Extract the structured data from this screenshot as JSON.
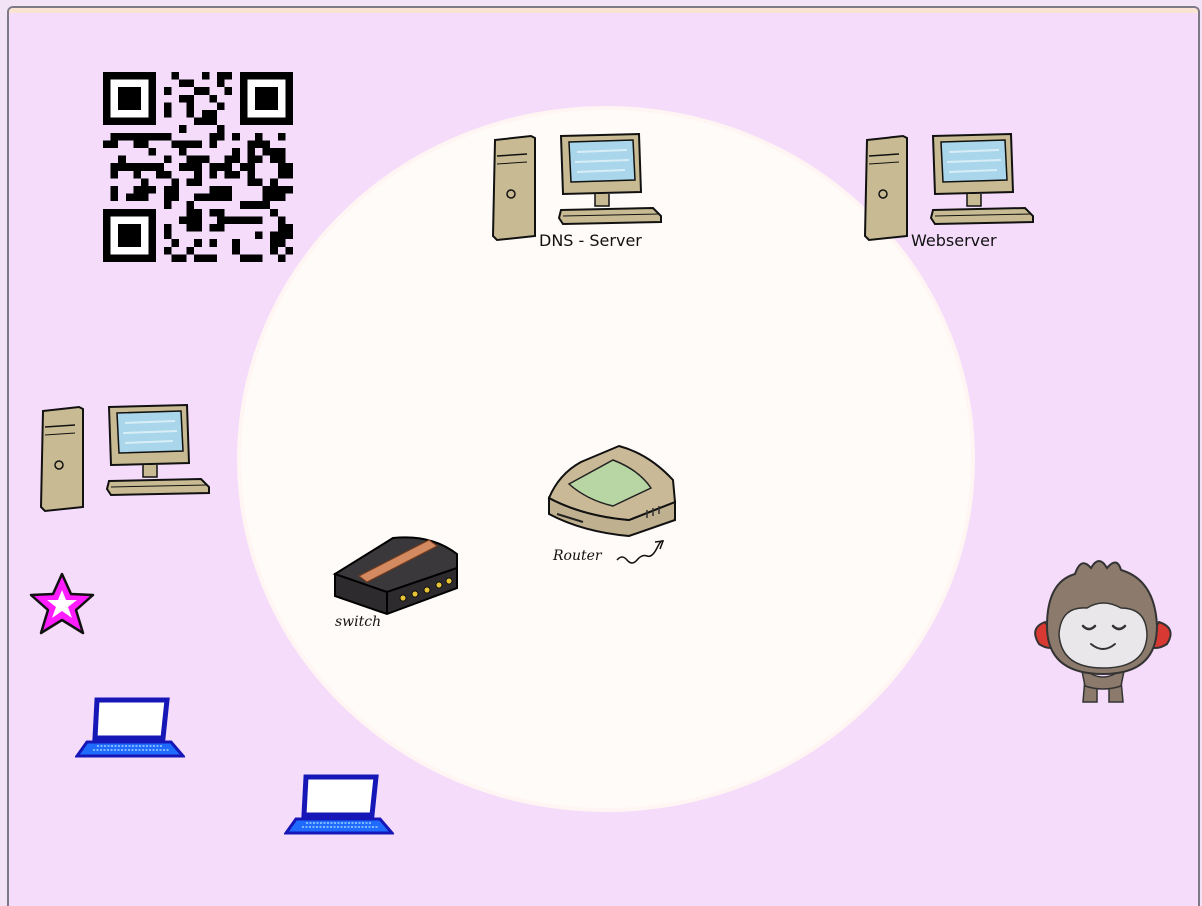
{
  "labels": {
    "dns": "DNS - Server",
    "webserver": "Webserver",
    "router": "Router",
    "switch": "switch"
  },
  "icons": {
    "qr": "qr-code-icon",
    "pc": "desktop-computer-icon",
    "router": "router-icon",
    "switch": "network-switch-icon",
    "star": "star-icon",
    "laptop": "laptop-icon",
    "sprite": "monkey-sprite"
  },
  "colors": {
    "stage_background": "#f5dcfb",
    "circle": "#fffbf8",
    "star": "#ff00ff",
    "laptop": "#1717b8"
  }
}
